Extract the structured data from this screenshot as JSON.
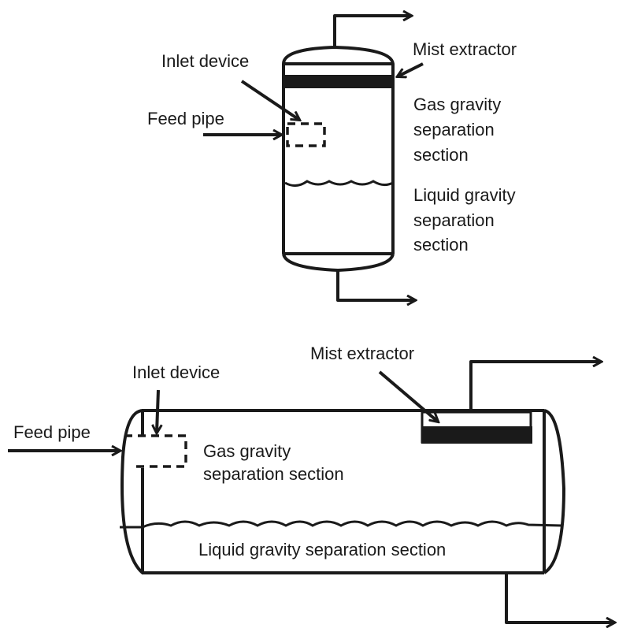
{
  "title": "Vertical and horizontal gas-liquid separators",
  "colors": {
    "ink": "#1a1a1a",
    "background": "#ffffff"
  },
  "vertical_separator": {
    "labels": {
      "mist_extractor": "Mist extractor",
      "inlet_device": "Inlet device",
      "feed_pipe": "Feed pipe",
      "gas_section": [
        "Gas gravity",
        "separation",
        "section"
      ],
      "liquid_section": [
        "Liquid gravity",
        "separation",
        "section"
      ]
    }
  },
  "horizontal_separator": {
    "labels": {
      "mist_extractor": "Mist extractor",
      "inlet_device": "Inlet device",
      "feed_pipe": "Feed pipe",
      "gas_section": [
        "Gas gravity",
        "separation section"
      ],
      "liquid_section": "Liquid gravity separation section"
    }
  }
}
